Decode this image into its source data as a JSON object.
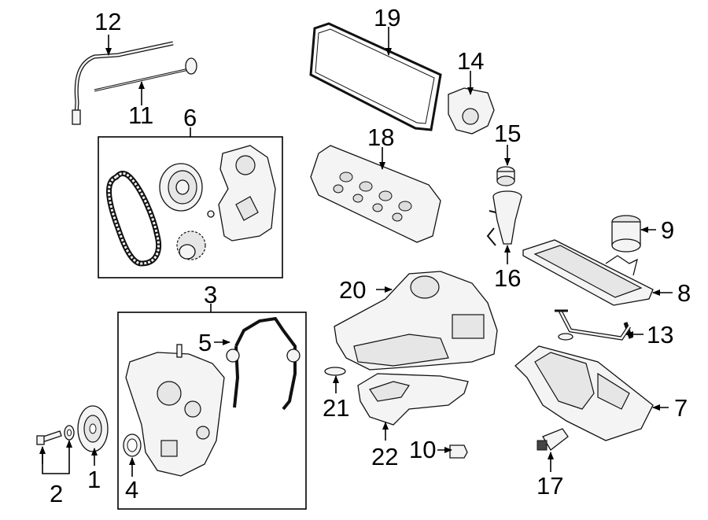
{
  "callouts": {
    "c1": "1",
    "c2": "2",
    "c3": "3",
    "c4": "4",
    "c5": "5",
    "c6": "6",
    "c7": "7",
    "c8": "8",
    "c9": "9",
    "c10": "10",
    "c11": "11",
    "c12": "12",
    "c13": "13",
    "c14": "14",
    "c15": "15",
    "c16": "16",
    "c17": "17",
    "c18": "18",
    "c19": "19",
    "c20": "20",
    "c21": "21",
    "c22": "22"
  }
}
